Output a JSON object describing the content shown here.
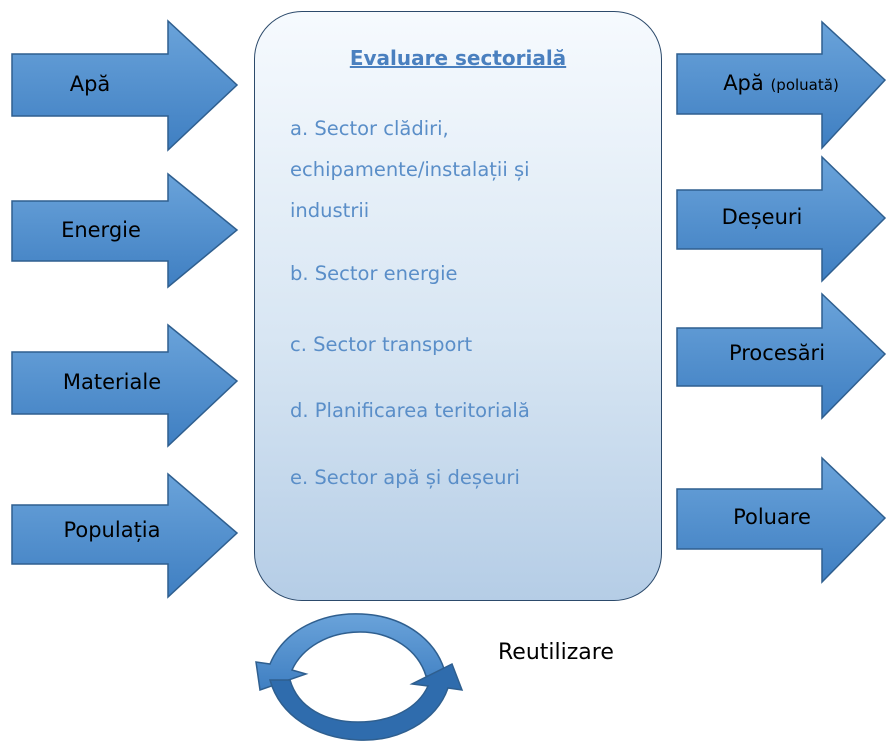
{
  "center": {
    "title": "Evaluare sectorială",
    "items": [
      "a. Sector clădiri, echipamente/instalații și industrii",
      "b. Sector energie",
      "c. Sector transport",
      "d. Planificarea teritorială",
      "e. Sector apă și deșeuri"
    ]
  },
  "inputs": [
    "Apă",
    "Energie",
    "Materiale",
    "Populația"
  ],
  "outputs": [
    {
      "main": "Apă",
      "note": "(poluată)"
    },
    {
      "main": "Deșeuri",
      "note": ""
    },
    {
      "main": "Procesări",
      "note": ""
    },
    {
      "main": "Poluare",
      "note": ""
    }
  ],
  "cycle_label": "Reutilizare",
  "colors": {
    "arrow_fill": "#4f8fd0",
    "arrow_stroke": "#2f5f8f",
    "title_text": "#4a80bf",
    "item_text": "#5a8ec8"
  }
}
